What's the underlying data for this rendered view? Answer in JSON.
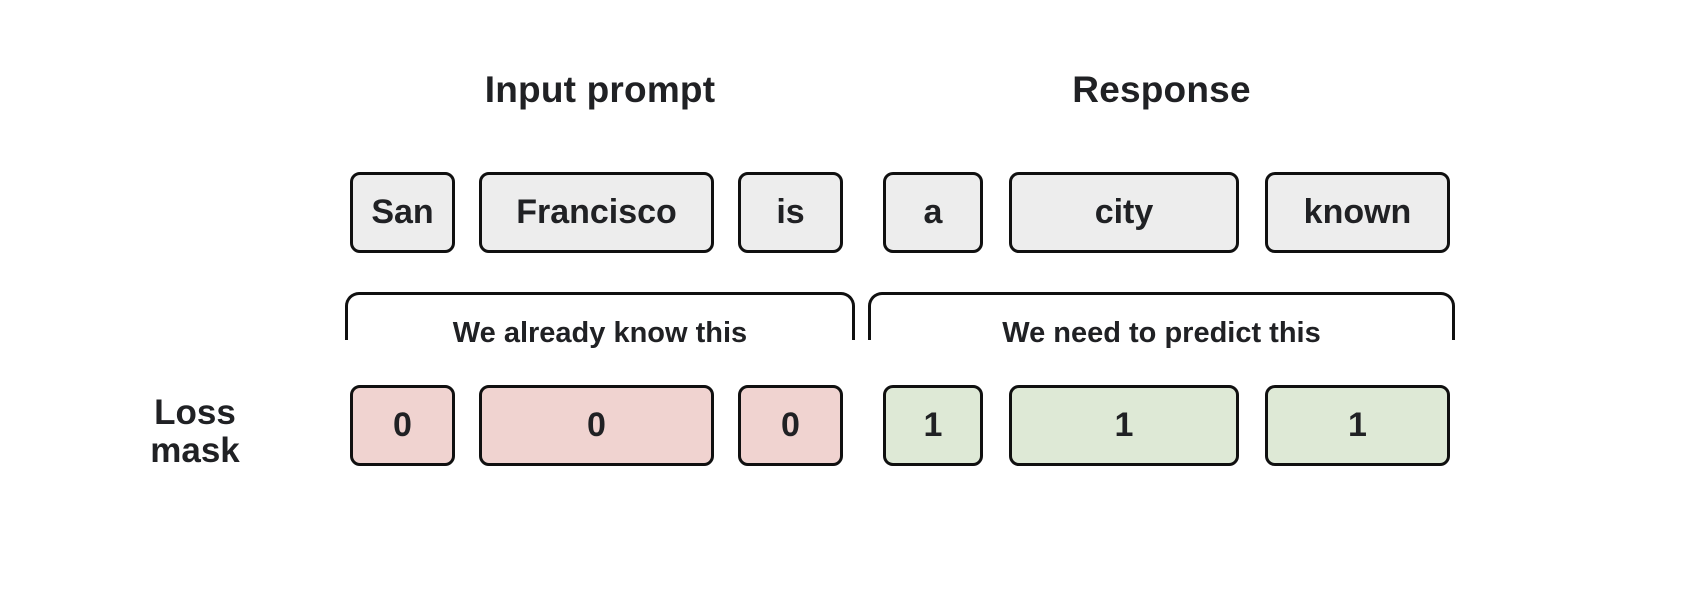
{
  "diagram": {
    "input_section": {
      "title": "Input prompt",
      "tokens": [
        "San",
        "Francisco",
        "is"
      ],
      "bracket_label": "We already know this",
      "mask_values": [
        "0",
        "0",
        "0"
      ]
    },
    "response_section": {
      "title": "Response",
      "tokens": [
        "a",
        "city",
        "known"
      ],
      "bracket_label": "We need to predict this",
      "mask_values": [
        "1",
        "1",
        "1"
      ]
    },
    "row_label": "Loss mask"
  },
  "colors": {
    "background": "#ffffff",
    "token_fill": "#ededed",
    "mask_zero_fill": "#f0d3d0",
    "mask_one_fill": "#dee9d6",
    "border": "#101010",
    "text": "#202124"
  }
}
